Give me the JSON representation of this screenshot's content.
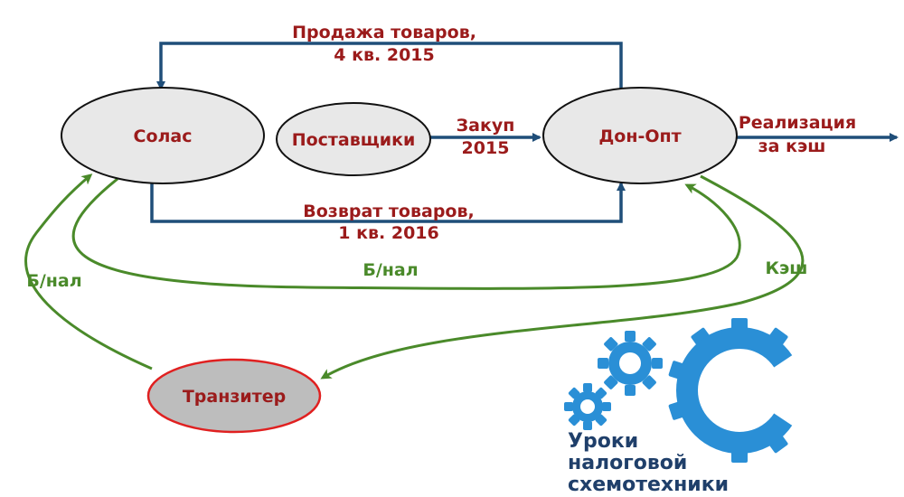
{
  "nodes": {
    "solas": "Солас",
    "suppliers": "Поставщики",
    "don_opt": "Дон-Опт",
    "tranziter": "Транзитер"
  },
  "edges": {
    "sale_line1": "Продажа товаров,",
    "sale_line2": "4 кв. 2015",
    "purchase_line1": "Закуп",
    "purchase_line2": "2015",
    "return_line1": "Возврат товаров,",
    "return_line2": "1 кв. 2016",
    "realization_line1": "Реализация",
    "realization_line2": "за кэш",
    "cashless_left": "Б/нал",
    "cashless_mid": "Б/нал",
    "cash": "Кэш"
  },
  "logo": {
    "line1": "Уроки",
    "line2": "налоговой",
    "line3": "схемотехники"
  },
  "colors": {
    "goods_flow": "#1f4e79",
    "money_flow": "#4a8a2a",
    "label_red": "#9b1b1b",
    "label_green": "#4a8a2a",
    "node_fill": "#e8e8e8",
    "tranziter_fill": "#bdbdbd",
    "tranziter_stroke": "#e02020",
    "logo_blue": "#2a8fd6",
    "logo_text": "#1f3f6a"
  }
}
